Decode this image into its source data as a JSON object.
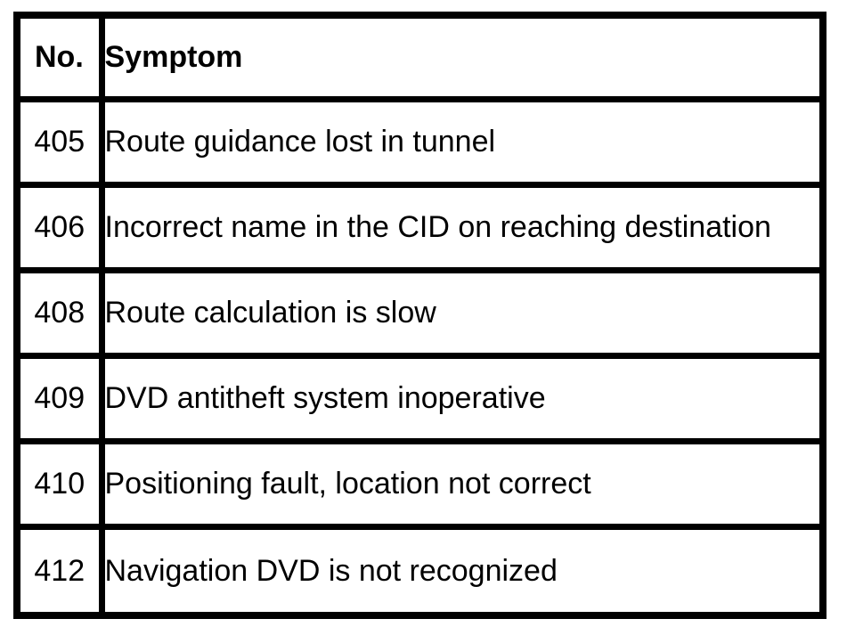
{
  "document": {
    "type": "table",
    "background_color": "#ffffff",
    "text_color": "#000000",
    "border_color": "#000000"
  },
  "table": {
    "columns": [
      {
        "key": "no",
        "header": "No."
      },
      {
        "key": "symptom",
        "header": "Symptom"
      }
    ],
    "rows": [
      {
        "no": "405",
        "symptom": "Route guidance lost in tunnel"
      },
      {
        "no": "406",
        "symptom": "Incorrect name in the CID on reaching destination"
      },
      {
        "no": "408",
        "symptom": "Route calculation is slow"
      },
      {
        "no": "409",
        "symptom": "DVD antitheft system inoperative"
      },
      {
        "no": "410",
        "symptom": "Positioning fault, location not correct"
      },
      {
        "no": "412",
        "symptom": "Navigation DVD is not recognized"
      }
    ],
    "row_count": 6
  }
}
